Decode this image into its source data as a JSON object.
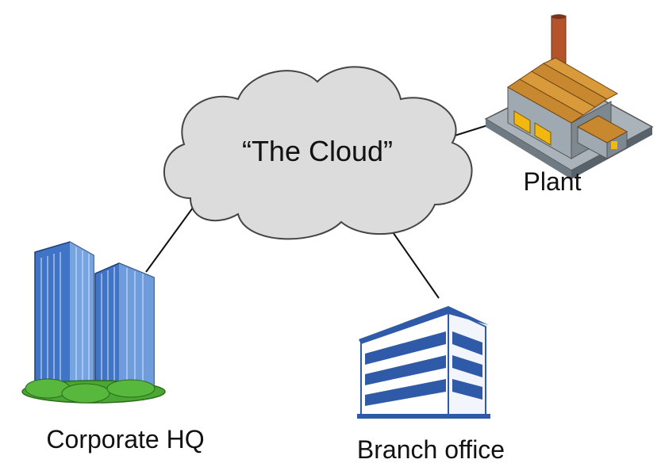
{
  "cloud": {
    "label": "“The Cloud”"
  },
  "nodes": {
    "plant": {
      "label": "Plant"
    },
    "corporate_hq": {
      "label": "Corporate HQ"
    },
    "branch_office": {
      "label": "Branch office"
    }
  },
  "colors": {
    "cloud_fill": "#dcdcdc",
    "cloud_stroke": "#444444",
    "hq_blue": "#3f74c6",
    "hq_light": "#8fb8ec",
    "foliage": "#4aa832",
    "branch_blue": "#2f5aa8",
    "plant_roof": "#c8882f",
    "plant_wall": "#8e9aa3",
    "plant_chimney": "#b5542a"
  }
}
